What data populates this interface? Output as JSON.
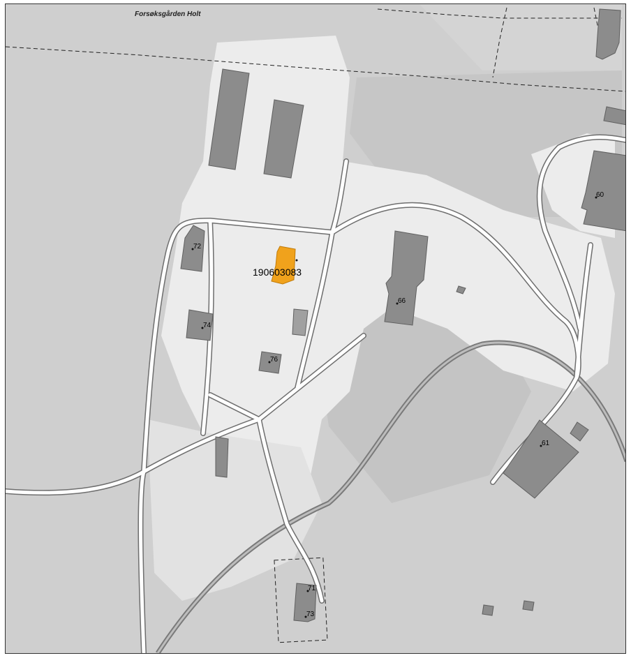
{
  "map": {
    "place_name": "Forsøksgården Holt",
    "selected_building_id": "190603083",
    "colors": {
      "background": "#cfcfcf",
      "open_area": "#ececec",
      "field": "#c6c6c6",
      "building": "#8c8c8c",
      "selected_building": "#f0a21c",
      "road_edge": "#6e6e6e",
      "road_fill": "#ffffff",
      "rail_track": "#7a7a7a"
    },
    "address_labels": [
      "60",
      "61",
      "66",
      "71",
      "72",
      "73",
      "74",
      "76"
    ]
  }
}
